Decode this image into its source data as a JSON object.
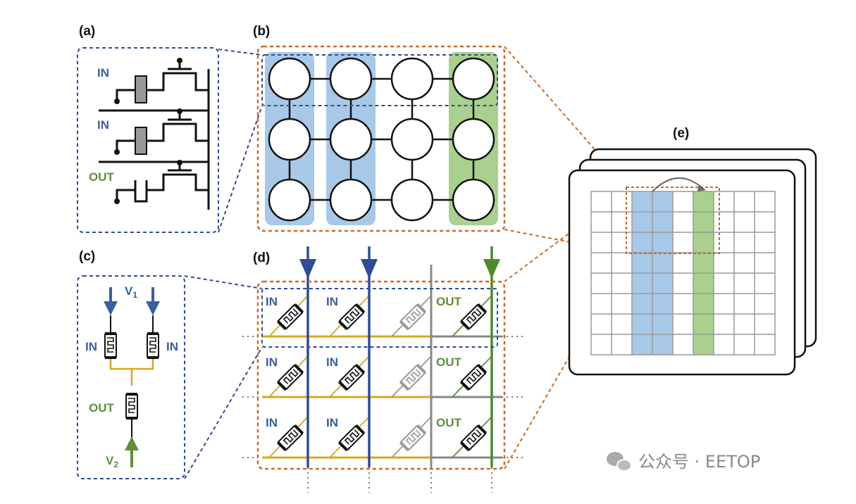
{
  "panels": {
    "a": "(a)",
    "b": "(b)",
    "c": "(c)",
    "d": "(d)",
    "e": "(e)"
  },
  "labels": {
    "in": "IN",
    "out": "OUT",
    "v1": "V",
    "v1_sub": "1",
    "v2": "V",
    "v2_sub": "2"
  },
  "watermark": "公众号 · EETOP",
  "colors": {
    "input_blue": "#3a5f9e",
    "output_green": "#5e8f3a",
    "wire_gold": "#d6a822",
    "frame_orange": "#c96a2a",
    "frame_blue": "#2f4c94",
    "band_blue": "#a8c8e8",
    "band_green": "#a9d08e"
  }
}
